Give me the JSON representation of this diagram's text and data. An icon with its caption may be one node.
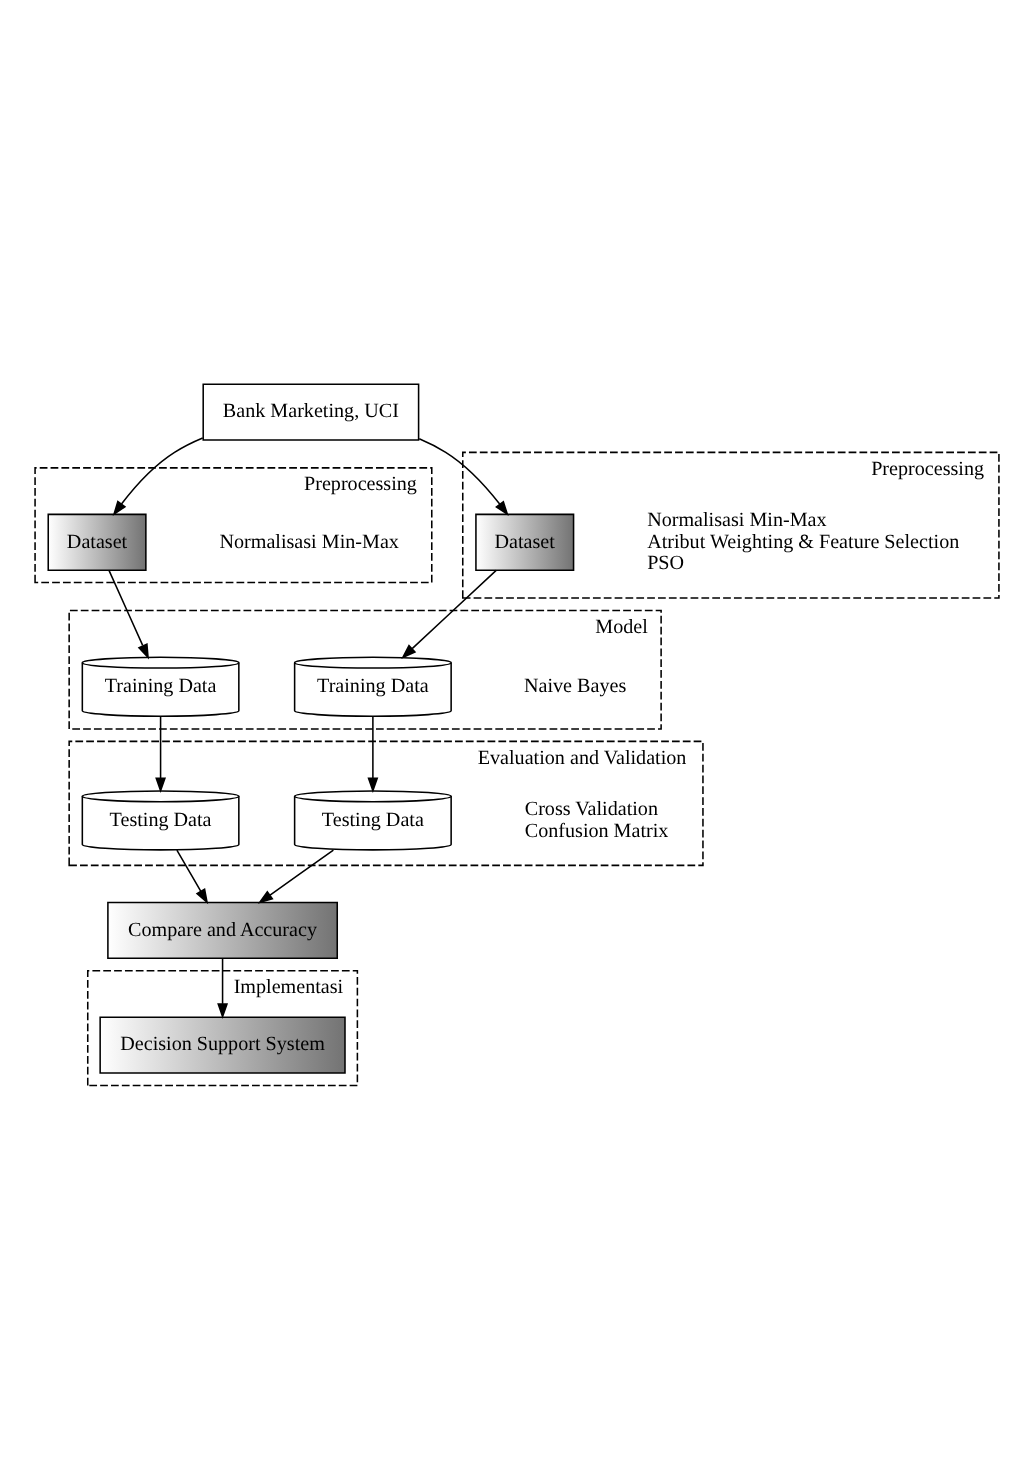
{
  "diagram": {
    "nodes": [
      {
        "text": [
          "Bank Marketing, UCI"
        ]
      },
      {
        "text": [
          "Preprocessing",
          "Normalisasi Min-Max"
        ]
      },
      {
        "text": [
          "Dataset"
        ],
        "in": 1
      },
      {
        "text": [
          "Preprocessing",
          "Normalisasi Min-Max",
          "Atribut Weighting & Feature Selection",
          "PSO"
        ]
      },
      {
        "text": [
          "Dataset"
        ],
        "in": 3
      },
      {
        "text": [
          "Model",
          "Naive Bayes"
        ]
      },
      {
        "text": [
          "Training Data"
        ],
        "in": 5
      },
      {
        "text": [
          "Training Data"
        ],
        "in": 5
      },
      {
        "text": [
          "Evaluation and Validation",
          "Cross Validation",
          "Confusion Matrix"
        ]
      },
      {
        "text": [
          "Testing Data"
        ],
        "in": 8
      },
      {
        "text": [
          "Testing Data"
        ],
        "in": 8
      },
      {
        "text": [
          "Compare and Accuracy"
        ]
      },
      {
        "text": [
          "Implementasi"
        ]
      },
      {
        "text": [
          "Decision Support System"
        ],
        "in": 12
      }
    ],
    "edges": [
      {
        "from": 0,
        "to": 2,
        "arrow": "to"
      },
      {
        "from": 0,
        "to": 4,
        "arrow": "to"
      },
      {
        "from": 2,
        "to": 6,
        "arrow": "to"
      },
      {
        "from": 4,
        "to": 7,
        "arrow": "to"
      },
      {
        "from": 6,
        "to": 9,
        "arrow": "to"
      },
      {
        "from": 7,
        "to": 10,
        "arrow": "to"
      },
      {
        "from": 9,
        "to": 11,
        "arrow": "to"
      },
      {
        "from": 10,
        "to": 11,
        "arrow": "to"
      },
      {
        "from": 11,
        "to": 13,
        "arrow": "to"
      }
    ]
  }
}
